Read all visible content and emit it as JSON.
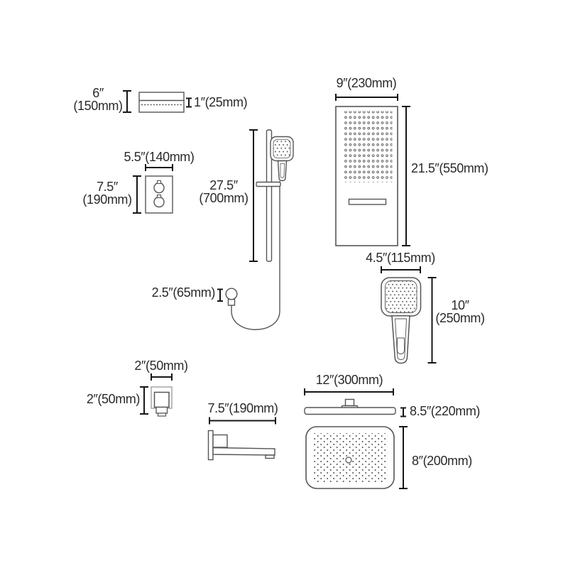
{
  "colors": {
    "shape_line": "#555555",
    "dimension_line": "#161616",
    "text": "#2a2a2a",
    "background": "#ffffff"
  },
  "dimensions": {
    "slim_head": {
      "length_in": "6″",
      "length_mm": "(150mm)",
      "thickness": "1″(25mm)"
    },
    "valve": {
      "width": "5.5″(140mm)",
      "height_in": "7.5″",
      "height_mm": "(190mm)"
    },
    "slide_bar": {
      "height_in": "27.5″",
      "height_mm": "(700mm)"
    },
    "hose_outlet": {
      "offset": "2.5″(65mm)"
    },
    "shower_panel": {
      "width": "9″(230mm)",
      "height": "21.5″(550mm)"
    },
    "hand_shower": {
      "width": "4.5″(115mm)",
      "height_in": "10″",
      "height_mm": "(250mm)"
    },
    "wall_connector": {
      "width": "2″(50mm)",
      "height": "2″(50mm)"
    },
    "tub_spout": {
      "length": "7.5″(190mm)"
    },
    "rain_head": {
      "width": "12″(300mm)",
      "depth": "8.5″(220mm)",
      "face": "8″(200mm)"
    }
  }
}
